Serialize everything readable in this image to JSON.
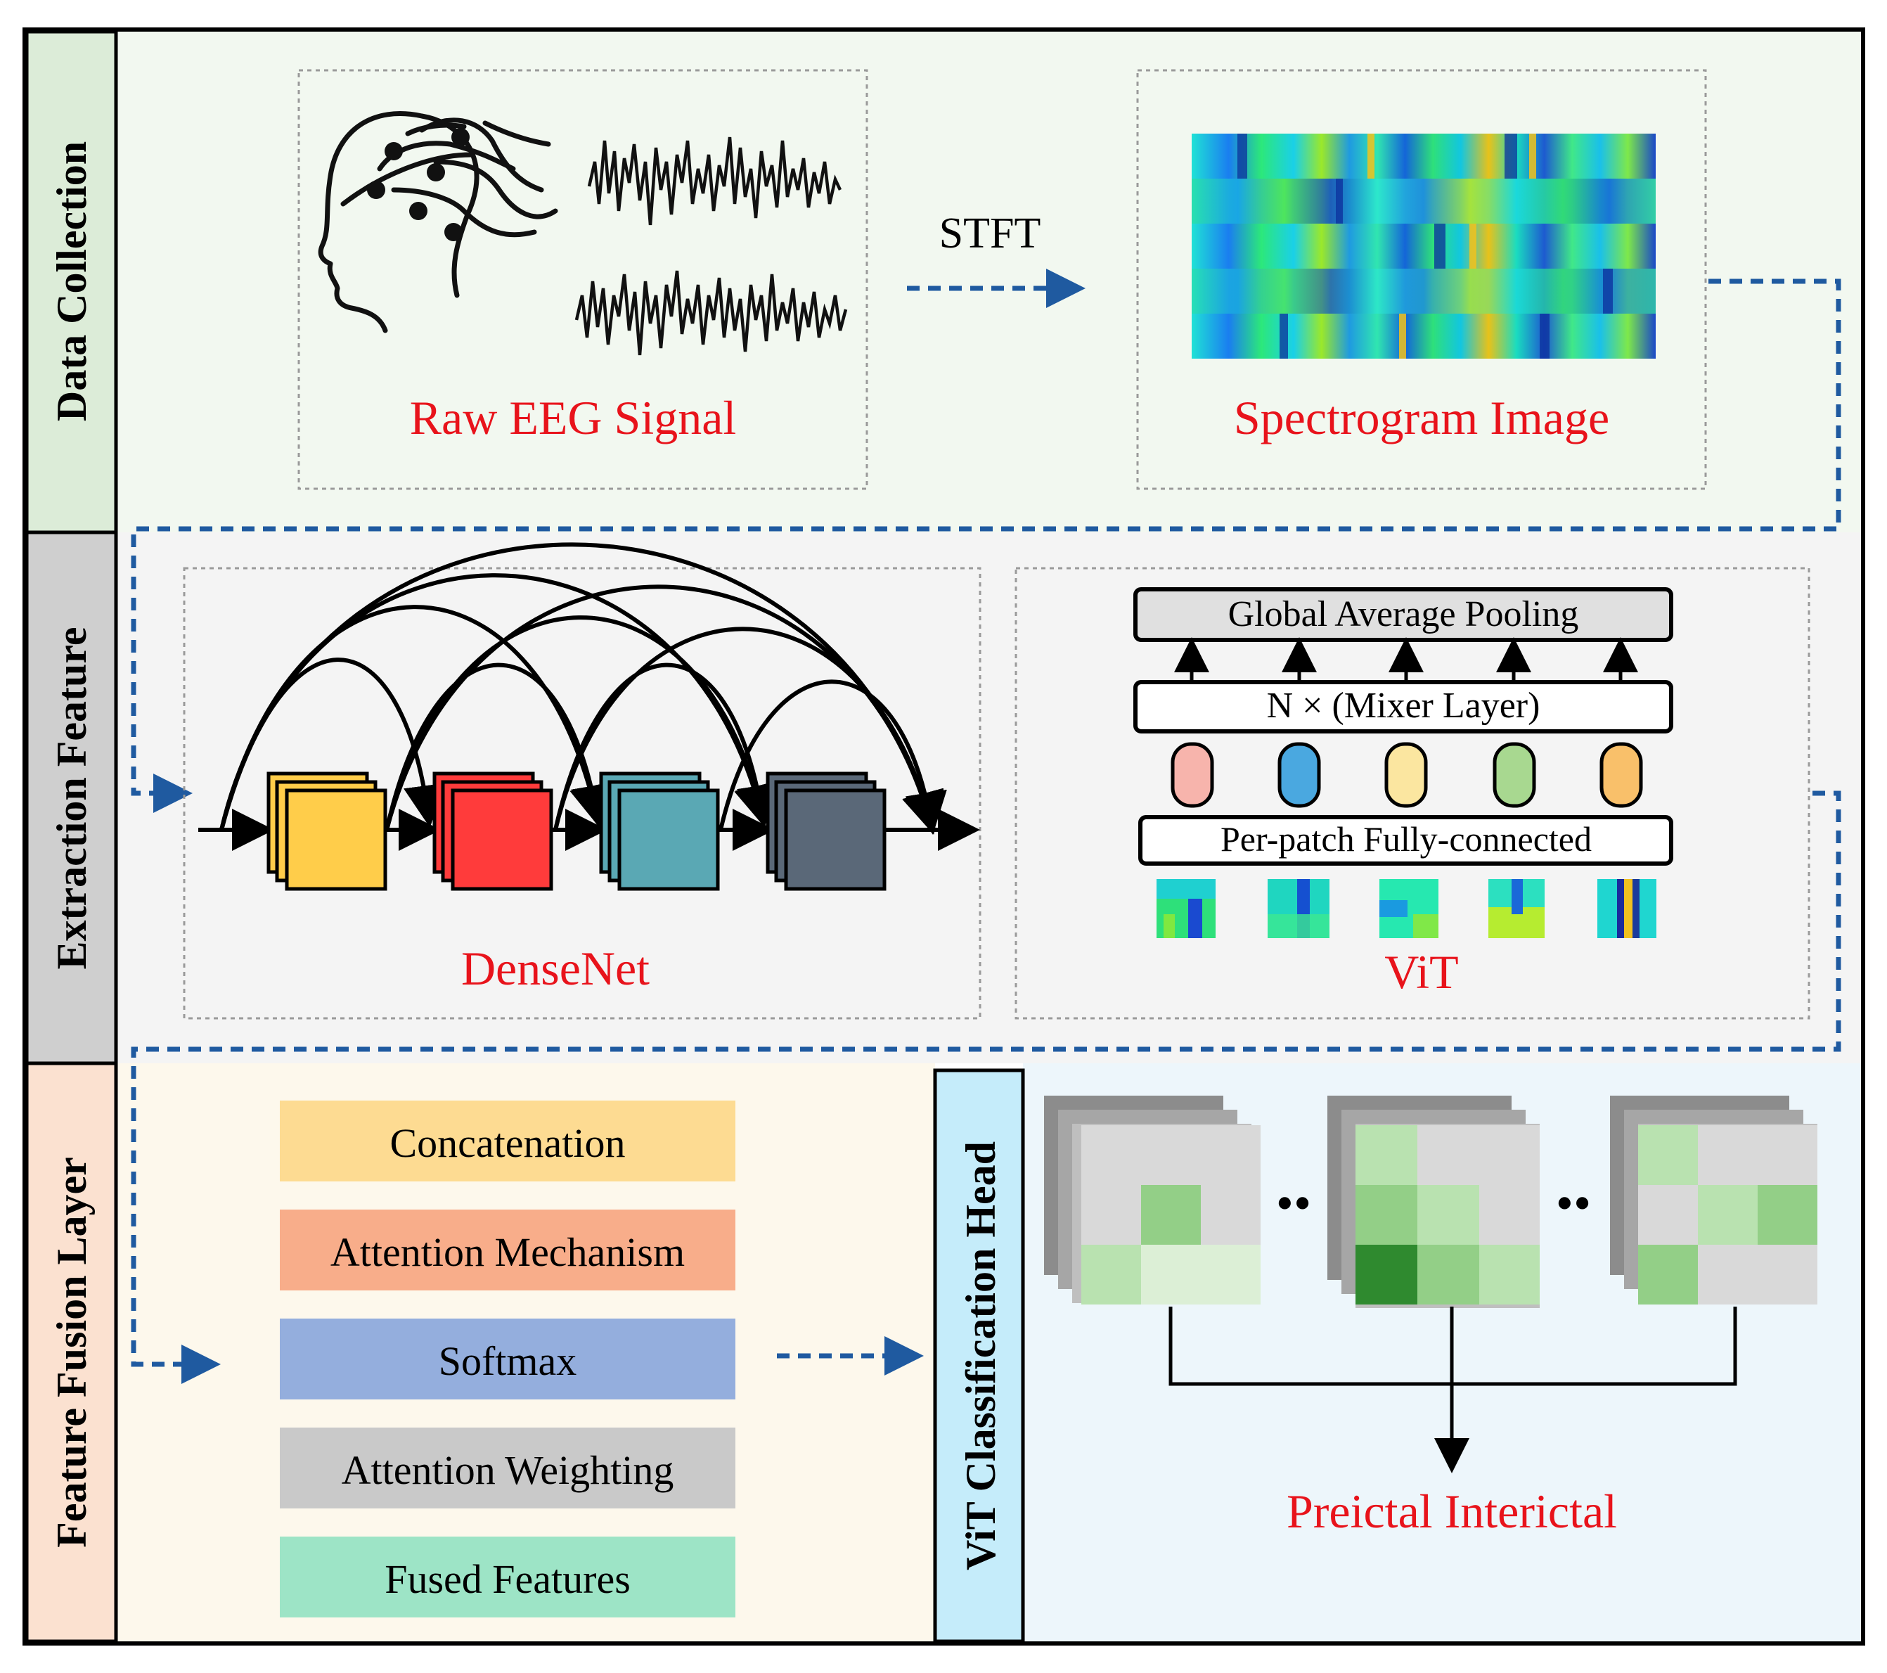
{
  "sections": {
    "data_collection": "Data Collection",
    "extraction_feature": "Extraction Feature",
    "feature_fusion": "Feature Fusion Layer",
    "vit_head": "ViT Classification Head"
  },
  "data_collection": {
    "raw_eeg_label": "Raw EEG Signal",
    "stft_label": "STFT",
    "spectrogram_label": "Spectrogram Image"
  },
  "extraction": {
    "densenet_label": "DenseNet",
    "vit_label": "ViT",
    "gap_label": "Global Average Pooling",
    "mixer_label": "N × (Mixer Layer)",
    "per_patch_label": "Per-patch Fully-connected"
  },
  "fusion": {
    "steps": [
      "Concatenation",
      "Attention Mechanism",
      "Softmax",
      "Attention Weighting",
      "Fused Features"
    ]
  },
  "classification": {
    "output_label": "Preictal Interictal",
    "ellipsis": "••"
  },
  "colors": {
    "accent_red": "#e8131b",
    "arrow_blue": "#1f5aa0",
    "section_green": "#dcecd8",
    "section_gray": "#cfcfcf",
    "section_peach": "#fbe1d0",
    "section_cyan": "#c5ecfa",
    "dense_blocks": [
      "#ffcd4a",
      "#ff3b3b",
      "#5aa8b4",
      "#5a6878"
    ],
    "tokens": [
      "#f7b4ac",
      "#4aa8e0",
      "#fbe6a0",
      "#a8d890",
      "#f9c06a"
    ],
    "fusion_steps": [
      "#fddb92",
      "#f8ad8a",
      "#94aedd",
      "#c9c9c9",
      "#9de4c6"
    ]
  }
}
